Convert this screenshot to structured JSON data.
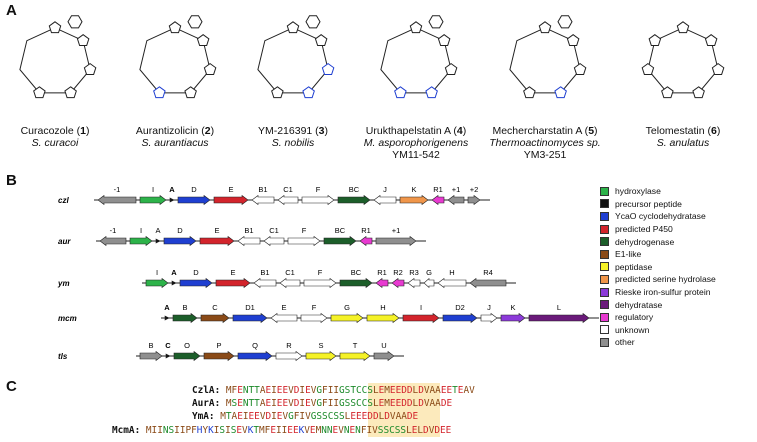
{
  "panels": {
    "a": "A",
    "b": "B",
    "c": "C"
  },
  "compounds": [
    {
      "name": "Curacozole",
      "num": "1",
      "species": "S. curacoi",
      "strain": ""
    },
    {
      "name": "Aurantizolicin",
      "num": "2",
      "species": "S. aurantiacus",
      "strain": ""
    },
    {
      "name": "YM-216391",
      "num": "3",
      "species": "S. nobilis",
      "strain": ""
    },
    {
      "name": "Urukthapelstatin A",
      "num": "4",
      "species": "M. asporophorigenens",
      "strain": "YM11-542"
    },
    {
      "name": "Mechercharstatin A",
      "num": "5",
      "species": "Thermoactinomyces sp.",
      "strain": "YM3-251"
    },
    {
      "name": "Telomestatin",
      "num": "6",
      "species": "S. anulatus",
      "strain": ""
    }
  ],
  "clusters": [
    {
      "id": "czl",
      "genes": [
        {
          "label": "-1",
          "cat": "other",
          "len": 38,
          "dir": -1
        },
        {
          "label": "I",
          "cat": "hydroxylase",
          "len": 26,
          "dir": 1
        },
        {
          "label": "A",
          "cat": "precursor",
          "len": 4,
          "dir": 1,
          "bold": true
        },
        {
          "label": "D",
          "cat": "ycao",
          "len": 32,
          "dir": 1
        },
        {
          "label": "E",
          "cat": "p450",
          "len": 34,
          "dir": 1
        },
        {
          "label": "B1",
          "cat": "unknown",
          "len": 22,
          "dir": -1
        },
        {
          "label": "C1",
          "cat": "unknown",
          "len": 20,
          "dir": -1
        },
        {
          "label": "F",
          "cat": "unknown",
          "len": 32,
          "dir": 1
        },
        {
          "label": "BC",
          "cat": "dehydrogenase",
          "len": 32,
          "dir": 1
        },
        {
          "label": "J",
          "cat": "unknown",
          "len": 22,
          "dir": -1
        },
        {
          "label": "K",
          "cat": "serine_hydrolase",
          "len": 28,
          "dir": 1
        },
        {
          "label": "R1",
          "cat": "regulatory",
          "len": 12,
          "dir": -1
        },
        {
          "label": "+1",
          "cat": "other",
          "len": 16,
          "dir": -1
        },
        {
          "label": "+2",
          "cat": "other",
          "len": 12,
          "dir": 1
        }
      ]
    },
    {
      "id": "aur",
      "genes": [
        {
          "label": "-1",
          "cat": "other",
          "len": 26,
          "dir": -1
        },
        {
          "label": "I",
          "cat": "hydroxylase",
          "len": 22,
          "dir": 1
        },
        {
          "label": "A",
          "cat": "precursor",
          "len": 4,
          "dir": 1
        },
        {
          "label": "D",
          "cat": "ycao",
          "len": 32,
          "dir": 1
        },
        {
          "label": "E",
          "cat": "p450",
          "len": 34,
          "dir": 1
        },
        {
          "label": "B1",
          "cat": "unknown",
          "len": 22,
          "dir": -1
        },
        {
          "label": "C1",
          "cat": "unknown",
          "len": 20,
          "dir": -1
        },
        {
          "label": "F",
          "cat": "unknown",
          "len": 32,
          "dir": 1
        },
        {
          "label": "BC",
          "cat": "dehydrogenase",
          "len": 32,
          "dir": 1
        },
        {
          "label": "R1",
          "cat": "regulatory",
          "len": 12,
          "dir": -1
        },
        {
          "label": "+1",
          "cat": "other",
          "len": 40,
          "dir": 1
        }
      ]
    },
    {
      "id": "ym",
      "genes": [
        {
          "label": "I",
          "cat": "hydroxylase",
          "len": 22,
          "dir": 1
        },
        {
          "label": "A",
          "cat": "precursor",
          "len": 4,
          "dir": 1,
          "bold": true
        },
        {
          "label": "D",
          "cat": "ycao",
          "len": 32,
          "dir": 1
        },
        {
          "label": "E",
          "cat": "p450",
          "len": 34,
          "dir": 1
        },
        {
          "label": "B1",
          "cat": "unknown",
          "len": 22,
          "dir": -1
        },
        {
          "label": "C1",
          "cat": "unknown",
          "len": 20,
          "dir": -1
        },
        {
          "label": "F",
          "cat": "unknown",
          "len": 32,
          "dir": 1
        },
        {
          "label": "BC",
          "cat": "dehydrogenase",
          "len": 32,
          "dir": 1
        },
        {
          "label": "R1",
          "cat": "regulatory",
          "len": 12,
          "dir": -1
        },
        {
          "label": "R2",
          "cat": "regulatory",
          "len": 12,
          "dir": -1
        },
        {
          "label": "R3",
          "cat": "unknown",
          "len": 12,
          "dir": -1
        },
        {
          "label": "G",
          "cat": "unknown",
          "len": 10,
          "dir": -1
        },
        {
          "label": "H",
          "cat": "unknown",
          "len": 28,
          "dir": -1
        },
        {
          "label": "R4",
          "cat": "other",
          "len": 36,
          "dir": -1
        }
      ]
    },
    {
      "id": "mcm",
      "genes": [
        {
          "label": "A",
          "cat": "precursor",
          "len": 4,
          "dir": 1,
          "bold": true
        },
        {
          "label": "B",
          "cat": "dehydrogenase",
          "len": 24,
          "dir": 1
        },
        {
          "label": "C",
          "cat": "e1like",
          "len": 28,
          "dir": 1
        },
        {
          "label": "D1",
          "cat": "ycao",
          "len": 34,
          "dir": 1
        },
        {
          "label": "E",
          "cat": "unknown",
          "len": 26,
          "dir": -1
        },
        {
          "label": "F",
          "cat": "unknown",
          "len": 26,
          "dir": 1
        },
        {
          "label": "G",
          "cat": "peptidase",
          "len": 32,
          "dir": 1
        },
        {
          "label": "H",
          "cat": "peptidase",
          "len": 32,
          "dir": 1
        },
        {
          "label": "I",
          "cat": "p450",
          "len": 36,
          "dir": 1
        },
        {
          "label": "D2",
          "cat": "ycao",
          "len": 34,
          "dir": 1
        },
        {
          "label": "J",
          "cat": "unknown",
          "len": 16,
          "dir": 1
        },
        {
          "label": "K",
          "cat": "rieske",
          "len": 24,
          "dir": 1
        },
        {
          "label": "L",
          "cat": "dehydratase",
          "len": 60,
          "dir": 1
        }
      ]
    },
    {
      "id": "tls",
      "genes": [
        {
          "label": "B",
          "cat": "other",
          "len": 22,
          "dir": 1
        },
        {
          "label": "C",
          "cat": "precursor",
          "len": 4,
          "dir": 1,
          "bold": true
        },
        {
          "label": "O",
          "cat": "dehydrogenase",
          "len": 26,
          "dir": 1
        },
        {
          "label": "P",
          "cat": "e1like",
          "len": 30,
          "dir": 1
        },
        {
          "label": "Q",
          "cat": "ycao",
          "len": 34,
          "dir": 1
        },
        {
          "label": "R",
          "cat": "unknown",
          "len": 26,
          "dir": 1
        },
        {
          "label": "S",
          "cat": "peptidase",
          "len": 30,
          "dir": 1
        },
        {
          "label": "T",
          "cat": "peptidase",
          "len": 30,
          "dir": 1
        },
        {
          "label": "U",
          "cat": "other",
          "len": 20,
          "dir": 1
        }
      ]
    }
  ],
  "legend": [
    {
      "cat": "hydroxylase",
      "label": "hydroxylase",
      "color": "#2db34a"
    },
    {
      "cat": "precursor",
      "label": "precursor peptide",
      "color": "#111111"
    },
    {
      "cat": "ycao",
      "label": "YcaO cyclodehydratase",
      "color": "#1f3fd1"
    },
    {
      "cat": "p450",
      "label": "predicted P450",
      "color": "#d3242c"
    },
    {
      "cat": "dehydrogenase",
      "label": "dehydrogenase",
      "color": "#1c5e2a"
    },
    {
      "cat": "e1like",
      "label": "E1-like",
      "color": "#8a4a17"
    },
    {
      "cat": "peptidase",
      "label": "peptidase",
      "color": "#f5f227"
    },
    {
      "cat": "serine_hydrolase",
      "label": "predicted serine hydrolase",
      "color": "#f0964a"
    },
    {
      "cat": "rieske",
      "label": "Rieske iron-sulfur protein",
      "color": "#8c3ad9"
    },
    {
      "cat": "dehydratase",
      "label": "dehydratase",
      "color": "#6a1a7a"
    },
    {
      "cat": "regulatory",
      "label": "regulatory",
      "color": "#e83ad1"
    },
    {
      "cat": "unknown",
      "label": "unknown",
      "color": "#ffffff"
    },
    {
      "cat": "other",
      "label": "other",
      "color": "#8f8f8f"
    }
  ],
  "sequences": [
    {
      "name": "CzlA:",
      "seq": "MFENTTAEIEEVDIEVGFIIGSTCCSLEMEEDDLDVAAEETEAV"
    },
    {
      "name": "AurA:",
      "seq": "MSENTTAEIEEVDIEVGFIIGSSCCSLEMEEDDLDVAADE"
    },
    {
      "name": "YmA:",
      "seq": "MTAEIEEVDIEVGFIVGSSCSSLEEEDDLDVAADE"
    },
    {
      "name": "McmA:",
      "seq": "MIINSIIPFHYKISISEVKTMFEIIEEKVEMNNEVNENFIVSSCSSLELDVDEE"
    }
  ]
}
